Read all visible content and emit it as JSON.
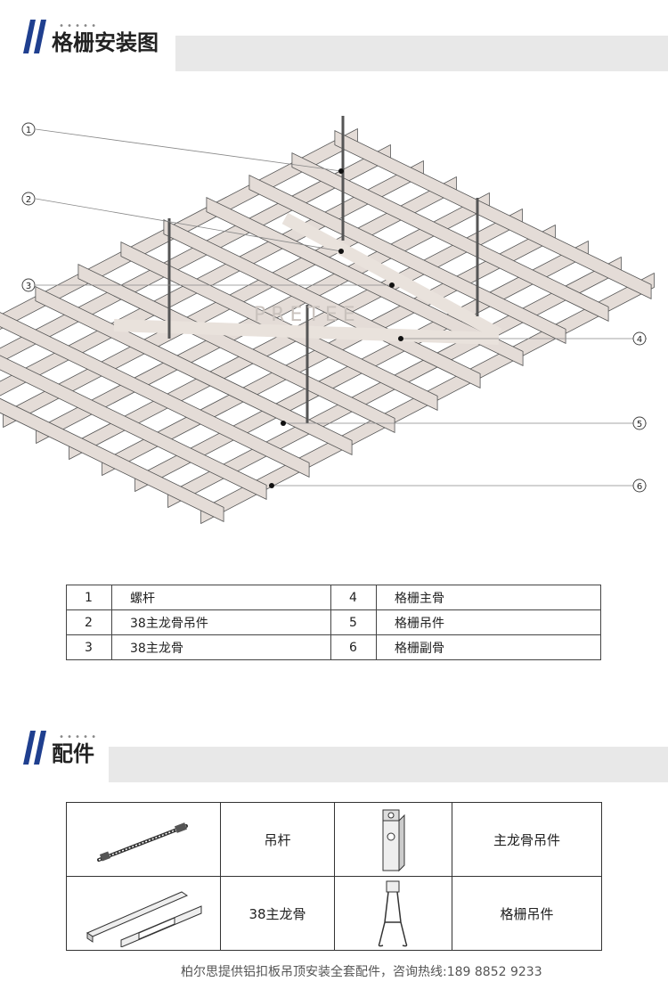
{
  "section1": {
    "title": "格栅安装图"
  },
  "diagram": {
    "callouts": [
      "1",
      "2",
      "3",
      "4",
      "5",
      "6"
    ],
    "watermark": "PRETEE"
  },
  "legend": {
    "rows": [
      {
        "n1": "1",
        "l1": "螺杆",
        "n2": "4",
        "l2": "格栅主骨"
      },
      {
        "n1": "2",
        "l1": "38主龙骨吊件",
        "n2": "5",
        "l2": "格栅吊件"
      },
      {
        "n1": "3",
        "l1": "38主龙骨",
        "n2": "6",
        "l2": "格栅副骨"
      }
    ]
  },
  "section2": {
    "title": "配件"
  },
  "parts": {
    "rows": [
      {
        "a_icon": "threaded-rod-icon",
        "a": "吊杆",
        "b_icon": "main-keel-hanger-icon",
        "b": "主龙骨吊件"
      },
      {
        "a_icon": "c-channel-keel-icon",
        "a": "38主龙骨",
        "b_icon": "grille-hanger-clip-icon",
        "b": "格栅吊件"
      }
    ]
  },
  "footer": {
    "text": "柏尔思提供铝扣板吊顶安装全套配件，咨询热线:189 8852 9233"
  },
  "colors": {
    "slash": "#1f3f8f",
    "band": "#e8e8e8",
    "grid_fill": "#e4dcd7",
    "grid_stroke": "#555555"
  }
}
